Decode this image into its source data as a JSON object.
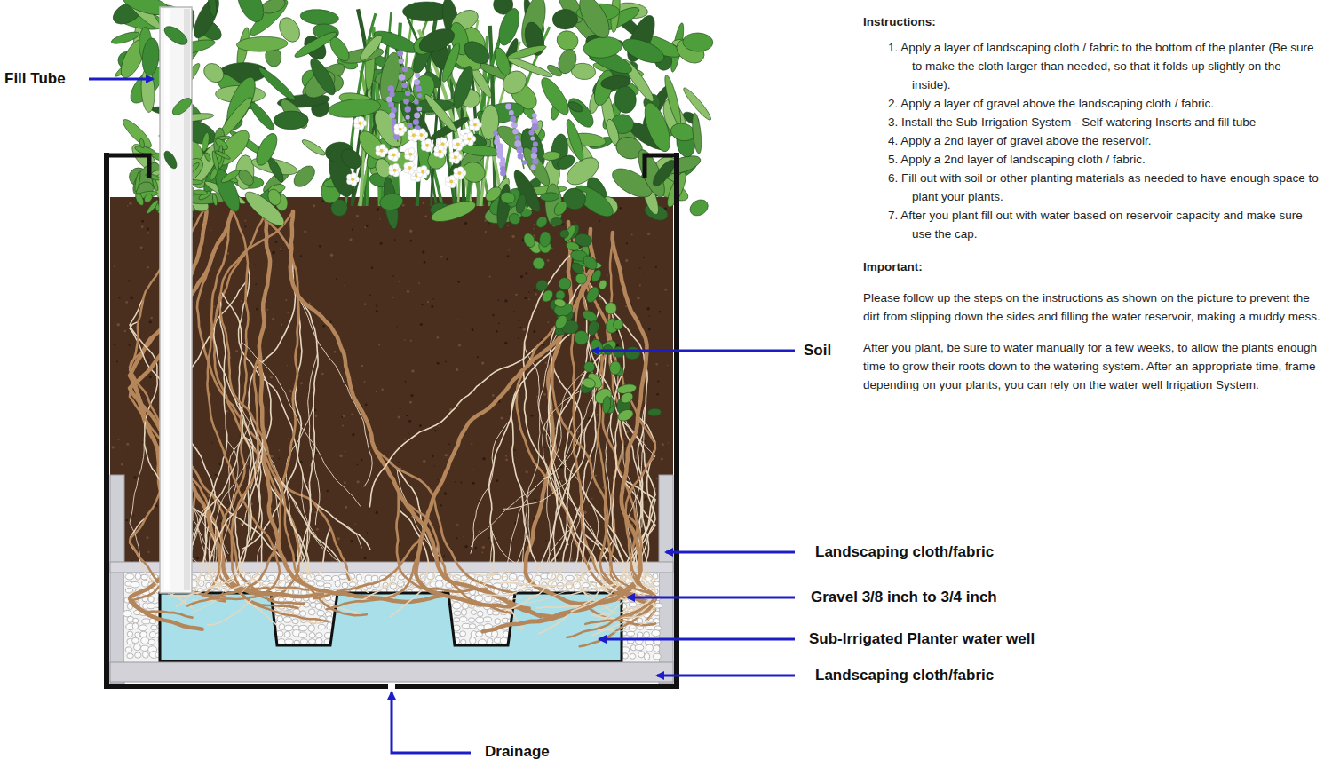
{
  "diagram": {
    "labels": [
      "Fill Tube",
      "Instructions:",
      "1. Apply a layer of landscaping cloth / fabric to the bottom of the planter (Be sure to make the cloth larger than needed, so that it folds up slightly on the inside).",
      "2. Apply a layer of gravel above the landscaping cloth / fabric.",
      "3. Install the Sub-Irrigation System - Self-watering Inserts and fill tube",
      "4. Apply a 2nd layer of gravel above the reservoir.",
      "5. Apply a 2nd layer of landscaping cloth / fabric.",
      "6. Fill out with soil or other planting materials as needed to have enough space to plant your plants.",
      "7. After you plant fill out with water based on reservoir capacity and make sure use the cap.",
      "Important:",
      "Please follow up the steps on the instructions as shown on the picture to prevent the dirt from slipping down the sides and filling the water reservoir, making a muddy mess.",
      "After you plant, be sure to water manually for a few weeks, to allow the plants enough time to grow their roots down to the watering system. After an appropriate time, frame depending on your plants, you can rely on the water well Irrigation System.",
      "Soil",
      "Landscaping cloth/fabric",
      "Gravel 3/8 inch to 3/4 inch",
      "Sub-Irrigated Planter water well",
      "Landscaping cloth/fabric",
      "Drainage"
    ]
  }
}
